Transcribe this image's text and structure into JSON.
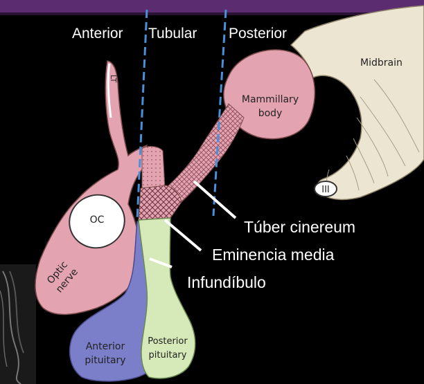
{
  "zones": {
    "anterior": "Anterior",
    "tubular": "Tubular",
    "posterior": "Posterior"
  },
  "regions": {
    "midbrain": "Midbrain",
    "mammillary_line1": "Mammillary",
    "mammillary_line2": "body",
    "oc": "OC",
    "cranial_nerve": "III",
    "optic_line1": "Optic",
    "optic_line2": "nerve",
    "anterior_pit_line1": "Anterior",
    "anterior_pit_line2": "pituitary",
    "posterior_pit_line1": "Posterior",
    "posterior_pit_line2": "pituitary",
    "lt_mark": "LT"
  },
  "callouts": {
    "tuber_cinereum": "Túber cinereum",
    "eminencia_media": "Eminencia media",
    "infundibulo": "Infundíbulo"
  },
  "colors": {
    "header_bar": "#5b2c6f",
    "pink": "#e3a3b1",
    "midbrain": "#ece5d2",
    "anterior_pituitary": "#7b7fc9",
    "posterior_pituitary": "#d6e9b8",
    "dashed_line": "#4a90d9",
    "outline": "#7a4a4a"
  }
}
